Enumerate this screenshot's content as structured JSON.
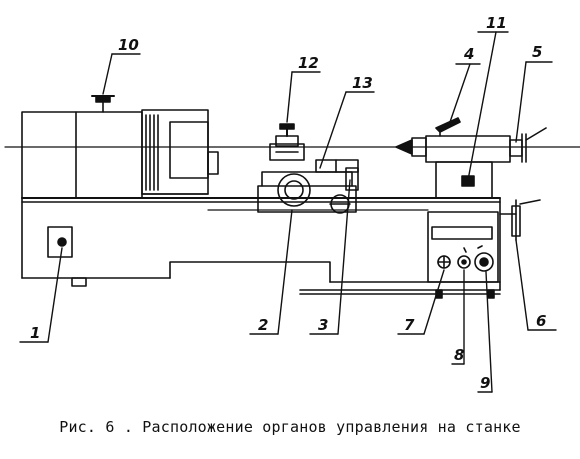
{
  "figure": {
    "caption": "Рис. 6 . Расположение органов управления на станке",
    "callouts": [
      {
        "id": "1",
        "label": "1"
      },
      {
        "id": "2",
        "label": "2"
      },
      {
        "id": "3",
        "label": "3"
      },
      {
        "id": "4",
        "label": "4"
      },
      {
        "id": "5",
        "label": "5"
      },
      {
        "id": "6",
        "label": "6"
      },
      {
        "id": "7",
        "label": "7"
      },
      {
        "id": "8",
        "label": "8"
      },
      {
        "id": "9",
        "label": "9"
      },
      {
        "id": "10",
        "label": "10"
      },
      {
        "id": "11",
        "label": "11"
      },
      {
        "id": "12",
        "label": "12"
      },
      {
        "id": "13",
        "label": "13"
      }
    ]
  },
  "colors": {
    "ink": "#111111",
    "paper": "#ffffff"
  }
}
